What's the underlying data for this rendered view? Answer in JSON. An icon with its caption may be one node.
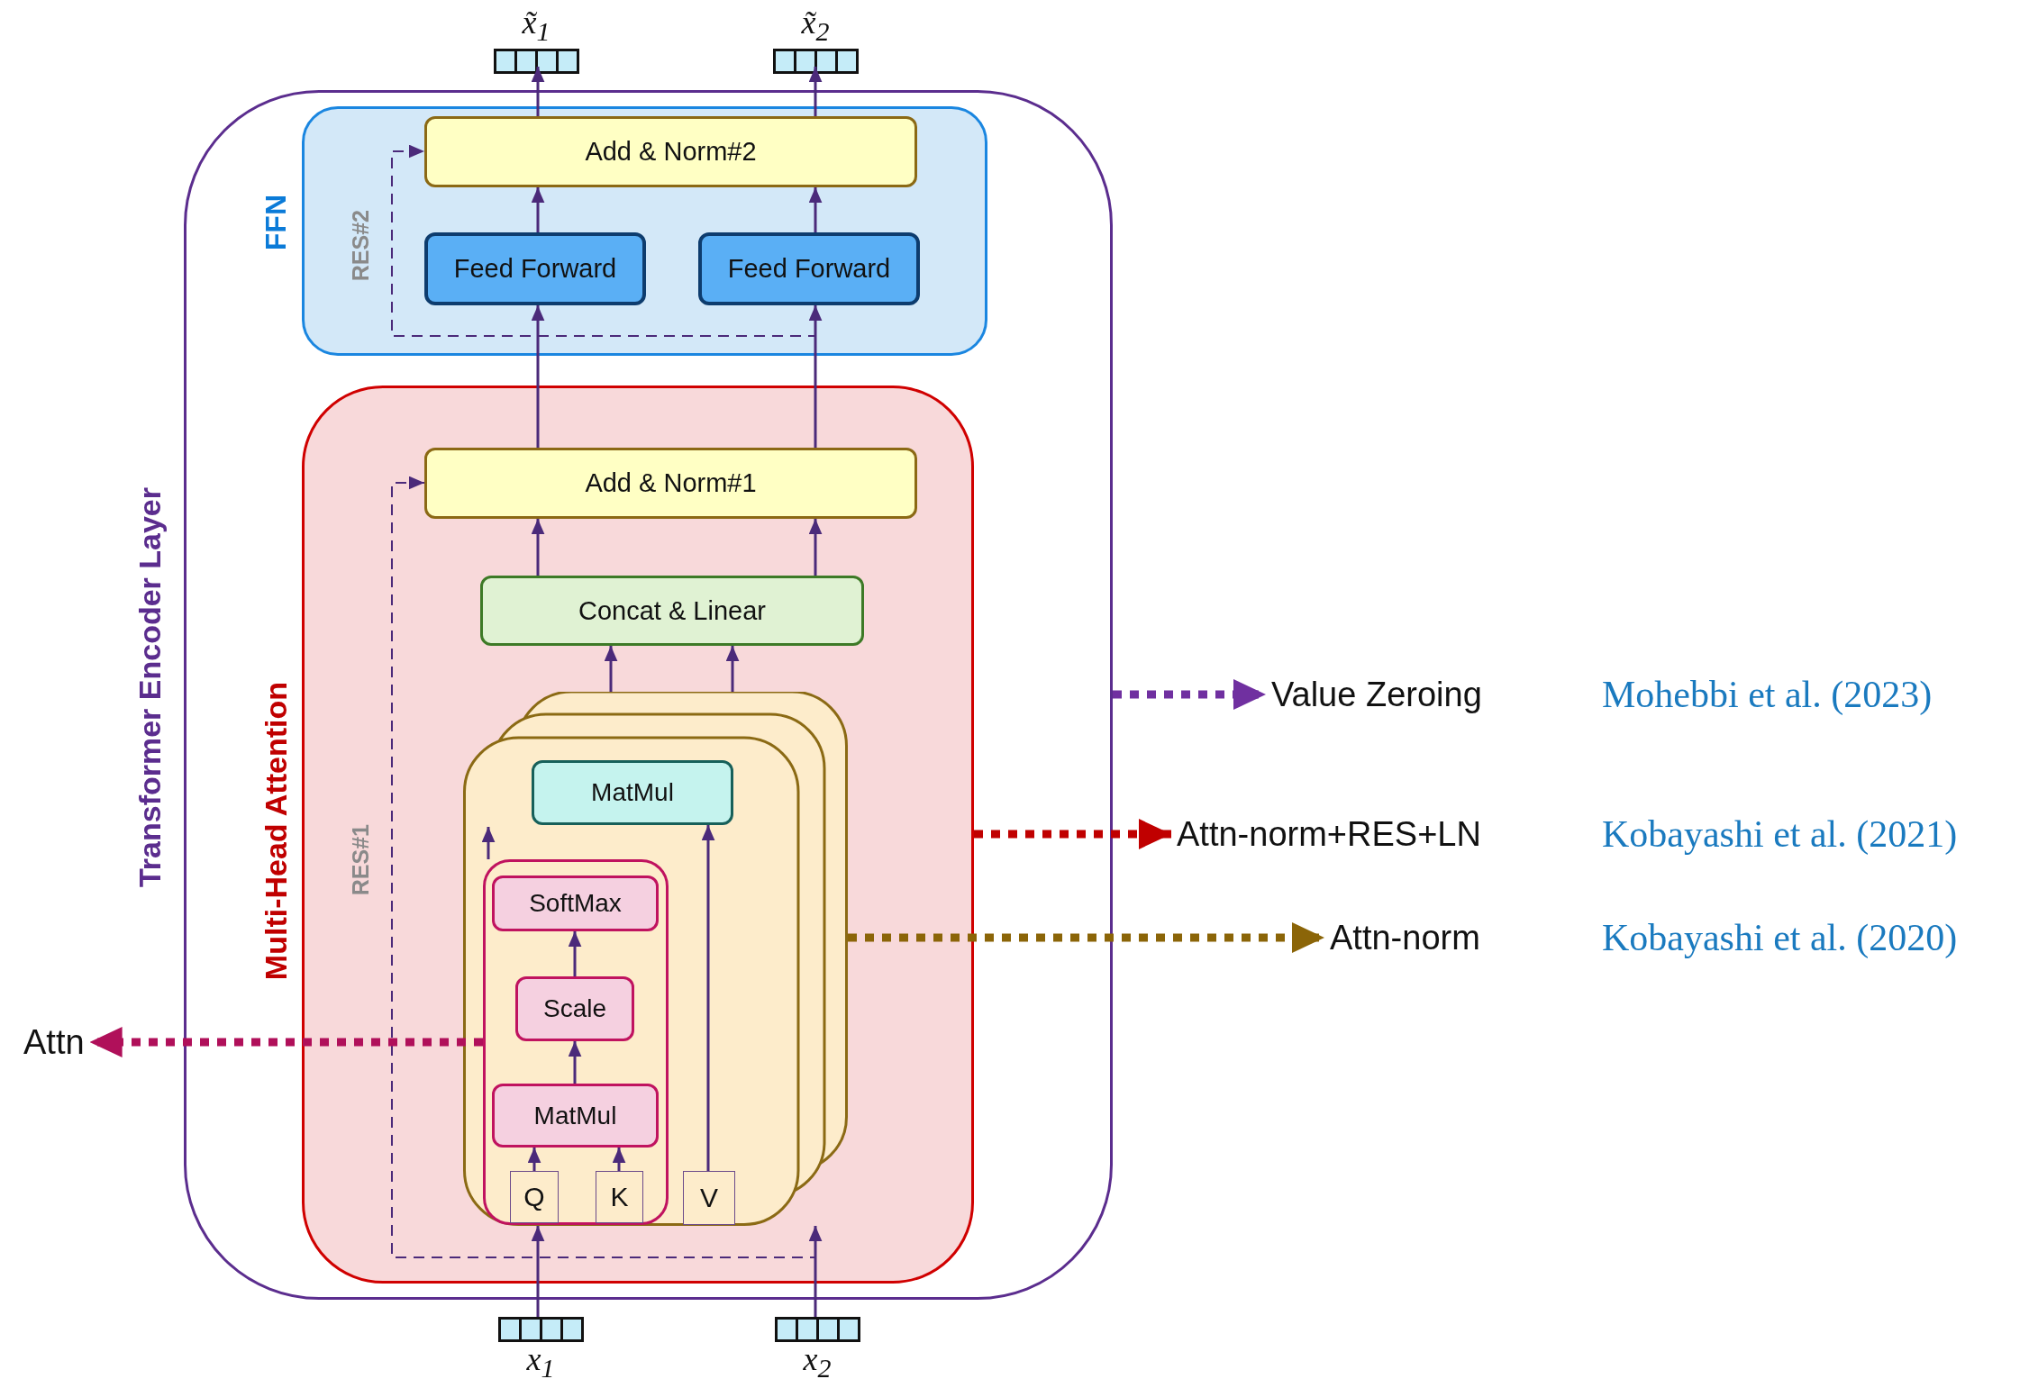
{
  "diagram": {
    "nodes": [
      {
        "text": [
          "Transformer Encoder Layer"
        ]
      },
      {
        "text": [
          "x̃$_{1}$"
        ]
      },
      {
        "text": [
          "x̃$_{2}$"
        ]
      },
      {
        "text": [
          "FFN"
        ],
        "in": 0
      },
      {
        "text": [
          "Add & Norm#2"
        ],
        "in": 3
      },
      {
        "text": [
          "Feed Forward"
        ],
        "in": 3
      },
      {
        "text": [
          "Feed Forward"
        ],
        "in": 3
      },
      {
        "text": [
          "Multi-Head Attention"
        ],
        "in": 0
      },
      {
        "text": [
          "Add & Norm#1"
        ],
        "in": 7
      },
      {
        "text": [
          "Concat & Linear"
        ],
        "in": 7
      },
      {
        "text": [],
        "shape": "stack",
        "in": 7
      },
      {
        "text": [
          "MatMul"
        ],
        "in": 10
      },
      {
        "text": [],
        "shape": "box",
        "in": 10
      },
      {
        "text": [
          "SoftMax"
        ],
        "in": 12
      },
      {
        "text": [
          "Scale"
        ],
        "in": 12
      },
      {
        "text": [
          "MatMul"
        ],
        "in": 12
      },
      {
        "text": [
          "Q"
        ],
        "in": 12
      },
      {
        "text": [
          "K"
        ],
        "in": 12
      },
      {
        "text": [
          "V"
        ],
        "in": 10
      },
      {
        "text": [
          "x$_{1}$"
        ]
      },
      {
        "text": [
          "x$_{2}$"
        ]
      },
      {
        "text": [
          "Value Zeroing"
        ]
      },
      {
        "text": [
          "Attn-norm+RES+LN"
        ]
      },
      {
        "text": [
          "Attn-norm"
        ]
      },
      {
        "text": [
          "Attn"
        ]
      }
    ],
    "edges": [
      {
        "from": 19,
        "to": 10,
        "arrow": "to"
      },
      {
        "from": 20,
        "to": 10,
        "arrow": "to"
      },
      {
        "from": 16,
        "to": 15,
        "arrow": "to"
      },
      {
        "from": 17,
        "to": 15,
        "arrow": "to"
      },
      {
        "from": 15,
        "to": 14,
        "arrow": "to"
      },
      {
        "from": 14,
        "to": 13,
        "arrow": "to"
      },
      {
        "from": 12,
        "to": null,
        "arrow": "to"
      },
      {
        "from": 18,
        "to": 11,
        "arrow": "to"
      },
      {
        "from": 10,
        "to": 9,
        "arrow": "to"
      },
      {
        "from": 10,
        "to": 9,
        "arrow": "to"
      },
      {
        "from": 9,
        "to": 8,
        "arrow": "to"
      },
      {
        "from": 9,
        "to": 8,
        "arrow": "to"
      },
      {
        "from": 8,
        "to": 5,
        "arrow": "to"
      },
      {
        "from": 8,
        "to": 6,
        "arrow": "to"
      },
      {
        "from": 5,
        "to": 4,
        "arrow": "to"
      },
      {
        "from": 6,
        "to": 4,
        "arrow": "to"
      },
      {
        "from": 4,
        "to": 1,
        "arrow": "to"
      },
      {
        "from": 4,
        "to": 2,
        "arrow": "to"
      },
      {
        "from": 20,
        "to": 8,
        "arrow": "to",
        "label": "RES#1",
        "style": "dashed"
      },
      {
        "from": 8,
        "to": 4,
        "arrow": "to",
        "label": "RES#2",
        "style": "dashed"
      },
      {
        "from": 0,
        "to": 21,
        "arrow": "to",
        "style": "dashed",
        "color": "#7030a0"
      },
      {
        "from": 7,
        "to": 22,
        "arrow": "to",
        "style": "dashed",
        "color": "#c00000"
      },
      {
        "from": 10,
        "to": 23,
        "arrow": "to",
        "style": "dashed",
        "color": "#8b6508"
      },
      {
        "from": 12,
        "to": 24,
        "arrow": "to",
        "style": "dashed",
        "color": "#b0105a"
      }
    ],
    "labels": [
      "Mohebbi et al. (2023)",
      "Kobayashi et al. (2021)",
      "Kobayashi et al. (2020)"
    ]
  }
}
